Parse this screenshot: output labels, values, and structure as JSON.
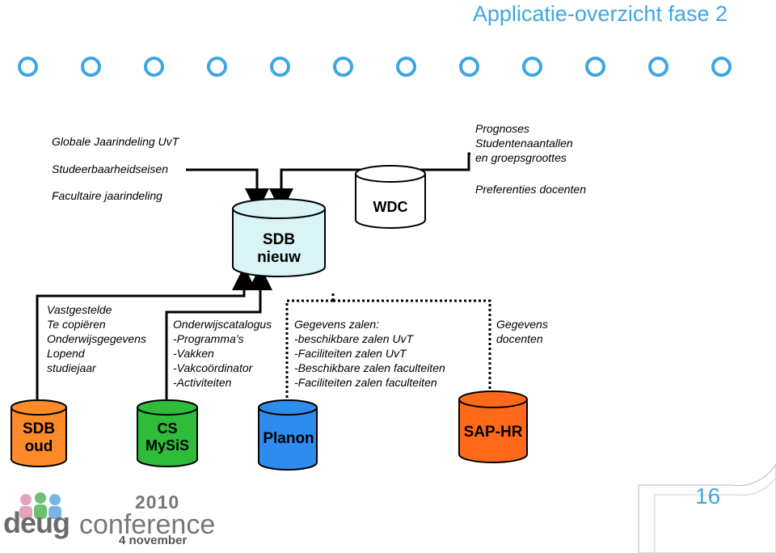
{
  "title": "Applicatie-overzicht fase 2",
  "page_number": "16",
  "inputs_left": [
    "Globale Jaarindeling UvT",
    "Studeerbaarheidseisen",
    "Facultaire jaarindeling"
  ],
  "inputs_right": [
    "Prognoses",
    "Studentenaantallen",
    "en groepsgroottes",
    "Preferenties docenten"
  ],
  "databases": {
    "sdb_nieuw": [
      "SDB",
      "nieuw"
    ],
    "wdc": "WDC",
    "sdb_oud": [
      "SDB",
      "oud"
    ],
    "cs_mysis": [
      "CS",
      "MySiS"
    ],
    "planon": "Planon",
    "sap_hr": "SAP-HR"
  },
  "flows": {
    "sdb_oud": [
      "Vastgestelde",
      "Te copiëren",
      "Onderwijsgegevens",
      "Lopend",
      "studiejaar"
    ],
    "cs_mysis": [
      "Onderwijscatalogus",
      "-Programma’s",
      "-Vakken",
      "-Vakcoördinator",
      "-Activiteiten"
    ],
    "planon": [
      "Gegevens zalen:",
      "-beschikbare zalen UvT",
      "-Faciliteiten zalen UvT",
      "-Beschikbare zalen faculteiten",
      "-Faciliteiten zalen faculteiten"
    ],
    "sap_hr": [
      "Gegevens",
      "docenten"
    ]
  },
  "logo": {
    "deug": "deug",
    "word": "conference",
    "year": "2010",
    "date": "4 november"
  },
  "colors": {
    "accent": "#3fa7e0",
    "sdb_nieuw": "#d9f3f6",
    "wdc": "#ffffff",
    "sdb_oud": "#ff8a2a",
    "cs_mysis": "#2ebd3a",
    "planon": "#2e8bf0",
    "sap_hr": "#ff6a1a"
  }
}
